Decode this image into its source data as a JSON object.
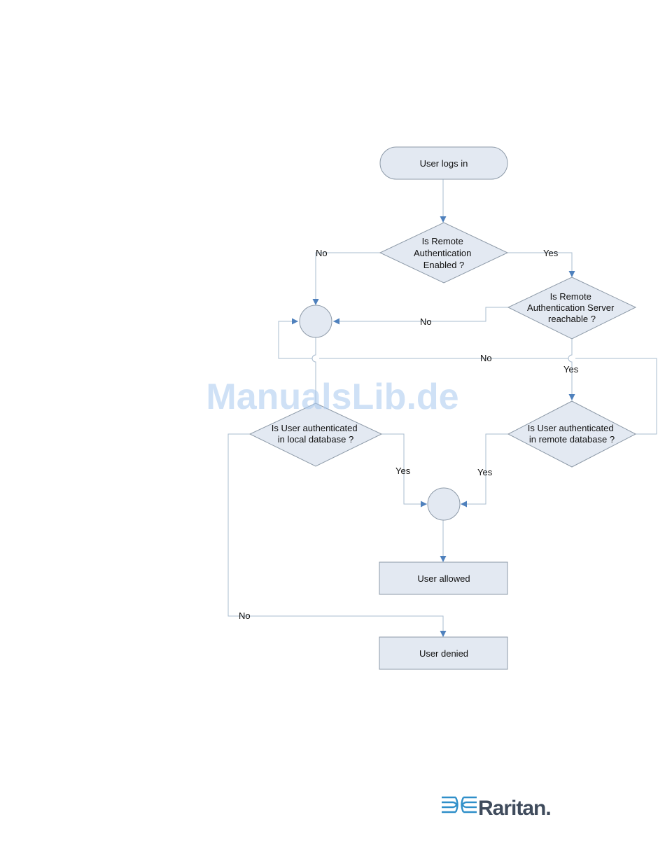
{
  "colors": {
    "node_fill": "#e3e9f2",
    "node_stroke": "#8d9aa8",
    "connector": "#a9bccf",
    "arrowhead": "#4f81bd",
    "brand_text": "#3f4b5c",
    "brand_icon": "#2f8fc9",
    "watermark": "#a8c8ee"
  },
  "flowchart": {
    "start": {
      "text": "User logs in"
    },
    "decision_remote_enabled": {
      "lines": [
        "Is Remote",
        "Authentication",
        "Enabled ?"
      ]
    },
    "decision_server_reachable": {
      "lines": [
        "Is Remote",
        "Authentication Server",
        "reachable ?"
      ]
    },
    "decision_local_db": {
      "lines": [
        "Is User authenticated",
        "in local database ?"
      ]
    },
    "decision_remote_db": {
      "lines": [
        "Is User authenticated",
        "in remote database ?"
      ]
    },
    "user_allowed": {
      "text": "User allowed"
    },
    "user_denied": {
      "text": "User denied"
    },
    "edge_labels": {
      "remote_enabled_no": "No",
      "remote_enabled_yes": "Yes",
      "server_unreachable_no": "No",
      "server_reachable_yes": "Yes",
      "remote_db_no": "No",
      "local_db_yes": "Yes",
      "remote_db_yes": "Yes",
      "local_db_no": "No"
    }
  },
  "watermark": {
    "text": "ManualsLib.de"
  },
  "brand": {
    "name": "Raritan",
    "suffix": ".",
    "icon": "raritan-logo-icon"
  }
}
